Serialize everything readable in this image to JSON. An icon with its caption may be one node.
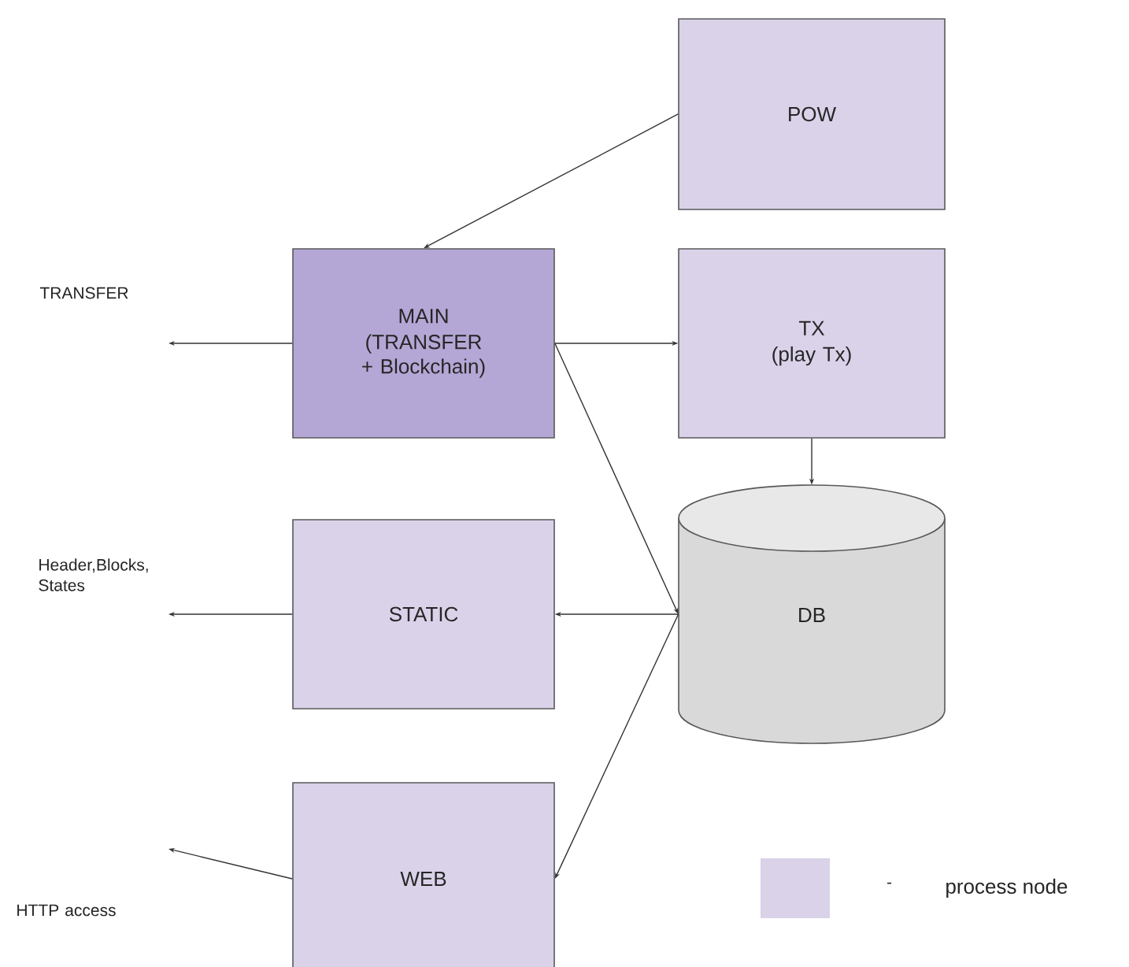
{
  "diagram": {
    "nodes": [
      {
        "text": [
          "POW"
        ]
      },
      {
        "text": [
          "MAIN",
          "(TRANSFER + Blockchain)"
        ]
      },
      {
        "text": [
          "TX",
          "(play Tx)"
        ]
      },
      {
        "text": [
          "DB"
        ]
      },
      {
        "text": [
          "STATIC"
        ]
      },
      {
        "text": [
          "WEB"
        ]
      }
    ],
    "edges": [
      {
        "from": 0,
        "to": 1,
        "arrow": "to"
      },
      {
        "from": 1,
        "to": 2,
        "arrow": "to"
      },
      {
        "from": 1,
        "to": 3,
        "arrow": "to"
      },
      {
        "from": 2,
        "to": 3,
        "arrow": "to"
      },
      {
        "from": 3,
        "to": 4,
        "arrow": "to"
      },
      {
        "from": 3,
        "to": 5,
        "arrow": "to"
      },
      {
        "from": 1,
        "to": null,
        "arrow": "to"
      },
      {
        "from": 4,
        "to": null,
        "arrow": "to"
      },
      {
        "from": 5,
        "to": null,
        "arrow": "to"
      }
    ],
    "labels": [
      "TRANSFER",
      "Header,Blocks, States",
      "HTTP access",
      "-"
    ],
    "legend": [
      {
        "text": "process node",
        "color": "#d9d2e9"
      }
    ]
  }
}
